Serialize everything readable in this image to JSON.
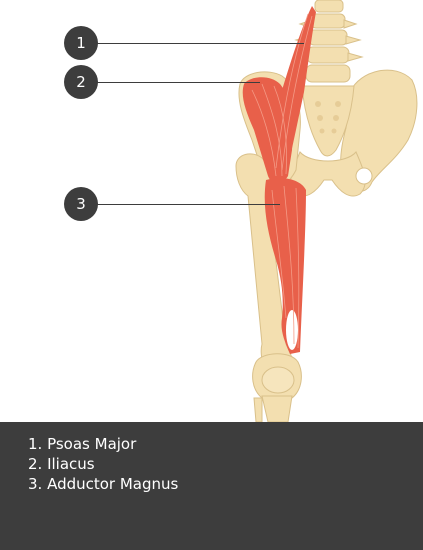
{
  "diagram": {
    "markers": [
      {
        "label": "1"
      },
      {
        "label": "2"
      },
      {
        "label": "3"
      }
    ]
  },
  "legend": {
    "items": [
      {
        "text": "1. Psoas Major"
      },
      {
        "text": "2. Iliacus"
      },
      {
        "text": "3. Adductor Magnus"
      }
    ]
  },
  "colors": {
    "bone": "#f3dfb0",
    "bone_outline": "#d9c08a",
    "muscle": "#e8604a",
    "muscle_fiber": "#f49a86",
    "marker_bg": "#3d3d3d",
    "legend_bg": "#3d3d3d",
    "legend_text": "#ffffff"
  }
}
